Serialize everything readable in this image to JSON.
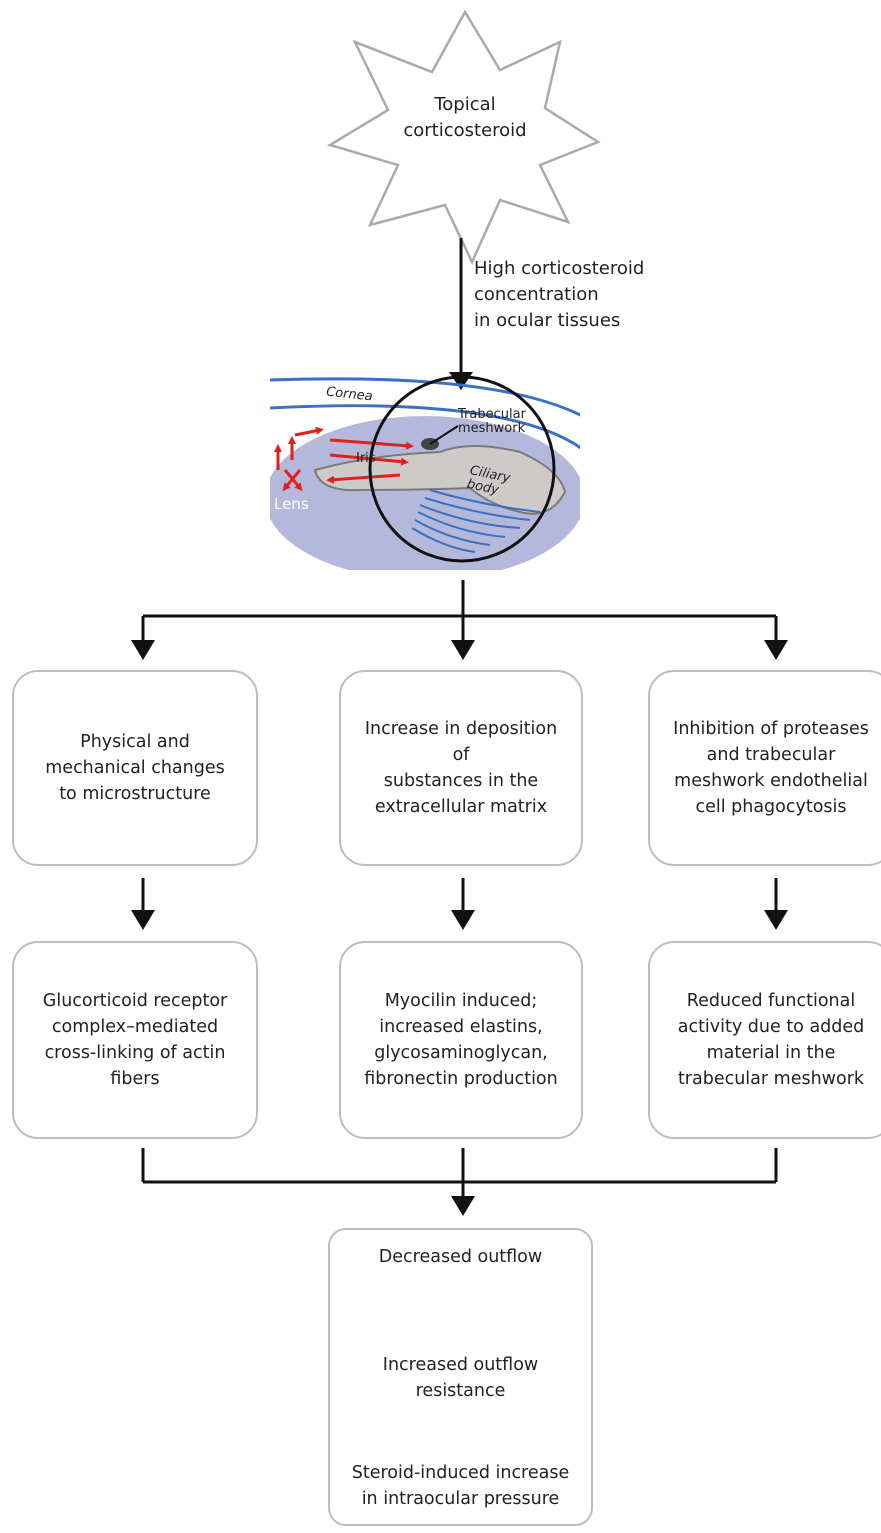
{
  "start": {
    "label": "Topical\ncorticosteroid"
  },
  "step1_label": "High corticosteroid\nconcentration\nin ocular tissues",
  "eye_labels": {
    "cornea": "Cornea",
    "trabecular": "Trabecular\nmeshwork",
    "iris": "Iris",
    "ciliary": "Ciliary\nbody",
    "lens": "Lens"
  },
  "row1": [
    "Physical and\nmechanical changes\nto microstructure",
    "Increase in deposition of\nsubstances in the\nextracellular matrix",
    "Inhibition of proteases\nand trabecular\nmeshwork endothelial\ncell phagocytosis"
  ],
  "row2": [
    "Glucorticoid receptor\ncomplex–mediated\ncross-linking of actin\nfibers",
    "Myocilin induced;\nincreased elastins,\nglycosaminoglycan,\nfibronectin production",
    "Reduced functional\nactivity due to added\nmaterial in the\ntrabecular meshwork"
  ],
  "final": [
    "Decreased outflow",
    "Increased outflow\nresistance",
    "Steroid-induced increase\nin intraocular pressure"
  ],
  "colors": {
    "cornea": "#3a6fc4",
    "fluid_arrows": "#e0201a",
    "lens": "#b4b9dc",
    "iris": "#cfcaca",
    "box_border": "#bdbdbd"
  }
}
